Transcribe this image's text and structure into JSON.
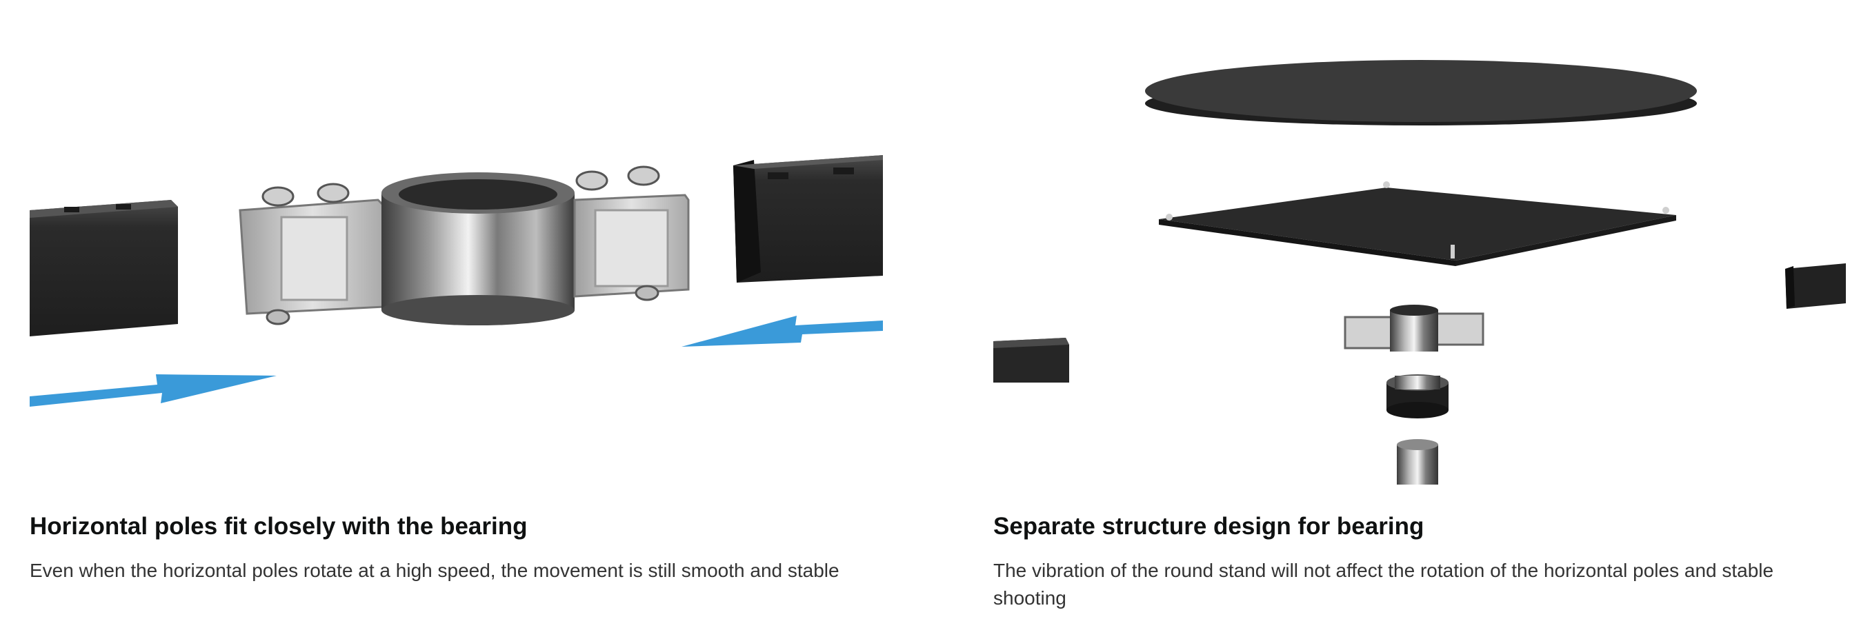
{
  "panels": [
    {
      "heading": "Horizontal poles fit closely with the bearing",
      "description": "Even when the horizontal poles rotate at a high speed, the movement is still smooth and stable",
      "image_icon": "bearing-connector-diagram"
    },
    {
      "heading": "Separate structure design for bearing",
      "description": "The vibration of the round stand will not affect the rotation of the horizontal poles and stable shooting",
      "image_icon": "exploded-bearing-assembly-diagram"
    }
  ],
  "colors": {
    "arrow": "#3a9ad9",
    "dark_part": "#2e2e2e",
    "metal_light": "#d6d6d6",
    "metal_dark": "#5a5a5a",
    "heading_text": "#0f1111",
    "body_text": "#333333"
  }
}
